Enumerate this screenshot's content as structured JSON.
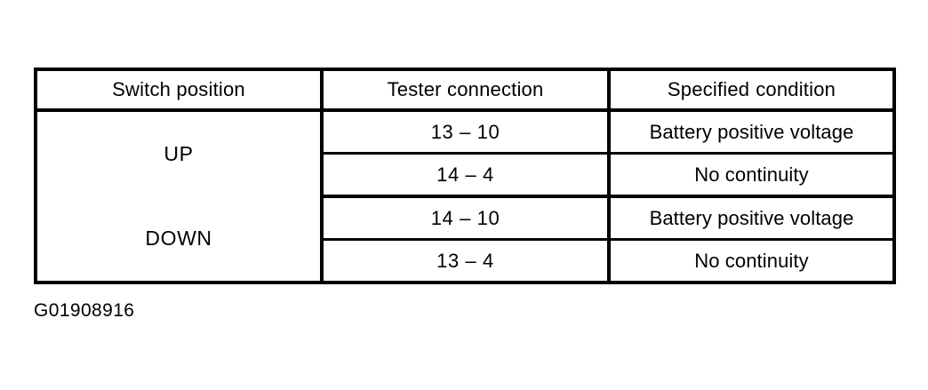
{
  "figure": {
    "caption": "G01908916",
    "background_color": "#ffffff",
    "line_color": "#000000"
  },
  "table": {
    "name": "power-window-switch-inspection-table",
    "columns": [
      {
        "key": "switch_position",
        "label": "Switch position"
      },
      {
        "key": "tester_connection",
        "label": "Tester connection"
      },
      {
        "key": "specified_condition_part1",
        "label": "Specified"
      },
      {
        "key": "specified_condition_part2",
        "label": "condition"
      }
    ],
    "groups": [
      {
        "switch_position": "UP",
        "rows": [
          {
            "tester_connection": "13 – 10",
            "specified_condition": "Battery positive voltage"
          },
          {
            "tester_connection": "14 – 4",
            "specified_condition": "No continuity"
          }
        ]
      },
      {
        "switch_position": "DOWN",
        "rows": [
          {
            "tester_connection": "14 – 10",
            "specified_condition": "Battery positive voltage"
          },
          {
            "tester_connection": "13 – 4",
            "specified_condition": "No continuity"
          }
        ]
      }
    ]
  }
}
